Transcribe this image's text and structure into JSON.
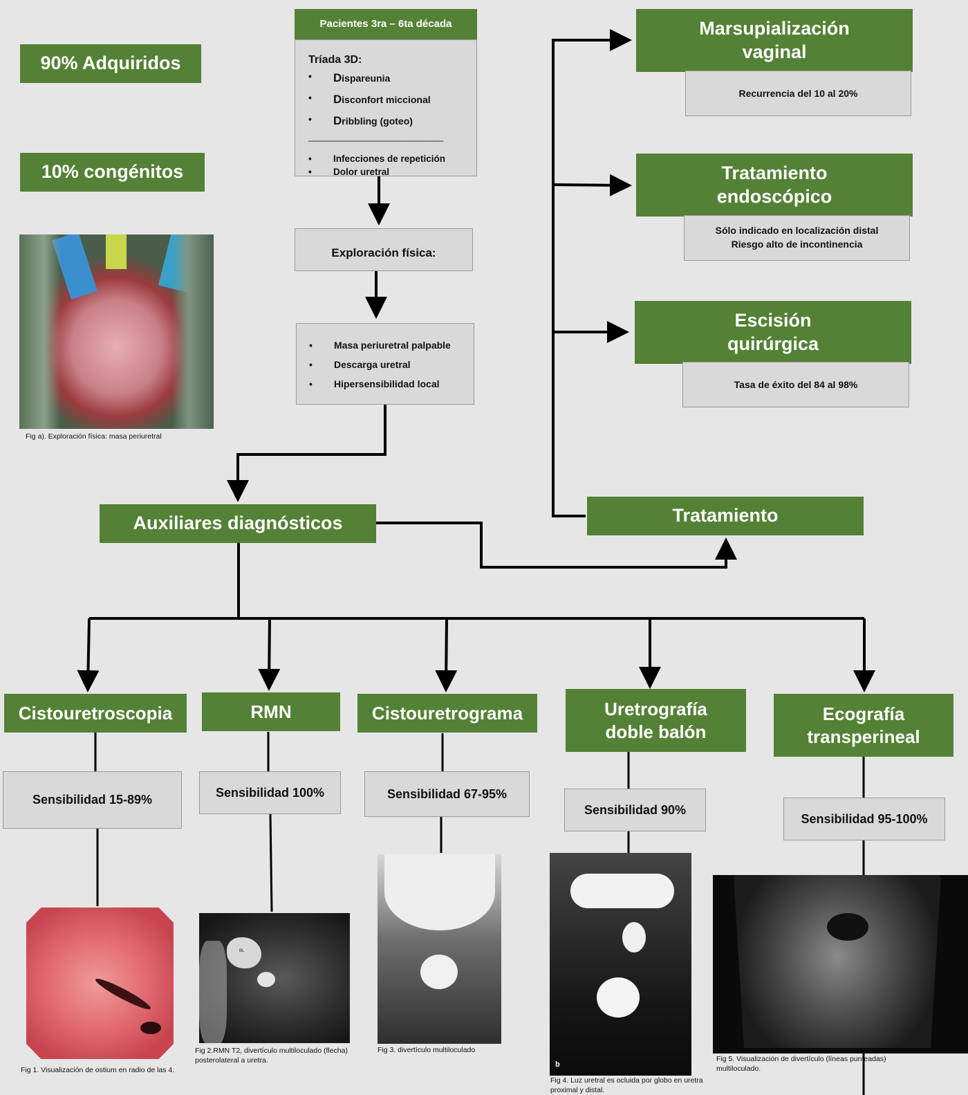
{
  "left": {
    "acquired": "90% Adquiridos",
    "congenital": "10% congénitos",
    "fig_a_caption": "Fig a). Exploración física: masa periuretral"
  },
  "patients": {
    "header": "Pacientes 3ra – 6ta década",
    "triad_title": "Tríada 3D:",
    "triad": [
      {
        "initial": "D",
        "rest": "ispareunia"
      },
      {
        "initial": "D",
        "rest": "isconfort miccional"
      },
      {
        "initial": "D",
        "rest": "ribbling (goteo)"
      }
    ],
    "divider": "___________________________",
    "extra": [
      "Infecciones de repetición",
      "Dolor uretral"
    ]
  },
  "exam": {
    "title": "Exploración física:",
    "findings": [
      "Masa periuretral palpable",
      "Descarga uretral",
      "Hipersensibilidad local"
    ]
  },
  "aux": {
    "title": "Auxiliares diagnósticos"
  },
  "treatment": {
    "title": "Tratamiento",
    "options": [
      {
        "title": "Marsupialización vaginal",
        "notes": [
          "Recurrencia del 10 al 20%"
        ]
      },
      {
        "title": "Tratamiento endoscópico",
        "notes": [
          "Sólo indicado en localización distal",
          "Riesgo alto de incontinencia"
        ]
      },
      {
        "title": "Escisión quirúrgica",
        "notes": [
          "Tasa de éxito del 84 al 98%"
        ]
      }
    ]
  },
  "tests": [
    {
      "name": "Cistouretroscopia",
      "sens": "Sensibilidad 15-89%",
      "caption": "Fig 1. Visualización de ostium en radio de las 4."
    },
    {
      "name": "RMN",
      "sens": "Sensibilidad 100%",
      "caption": "Fig 2.RMN T2, divertículo multiloculado (flecha) posterolateral a uretra.",
      "image_labels": [
        "BL"
      ]
    },
    {
      "name": "Cistouretrograma",
      "sens": "Sensibilidad 67-95%",
      "caption": "Fig 3. divertículo multiloculado"
    },
    {
      "name": "Uretrografía doble balón",
      "sens": "Sensibilidad 90%",
      "caption": "Fig 4. Luz uretral es ocluida por globo en uretra proximal y distal.",
      "image_labels": [
        "b"
      ]
    },
    {
      "name": "Ecografía transperineal",
      "sens": "Sensibilidad 95-100%",
      "caption": "Fig 5. Visualización de divertículo (líneas punteadas) multiloculado."
    }
  ],
  "colors": {
    "green": "#538135",
    "box": "#d9d9d9",
    "background": "#e6e6e6",
    "line": "#000000"
  }
}
